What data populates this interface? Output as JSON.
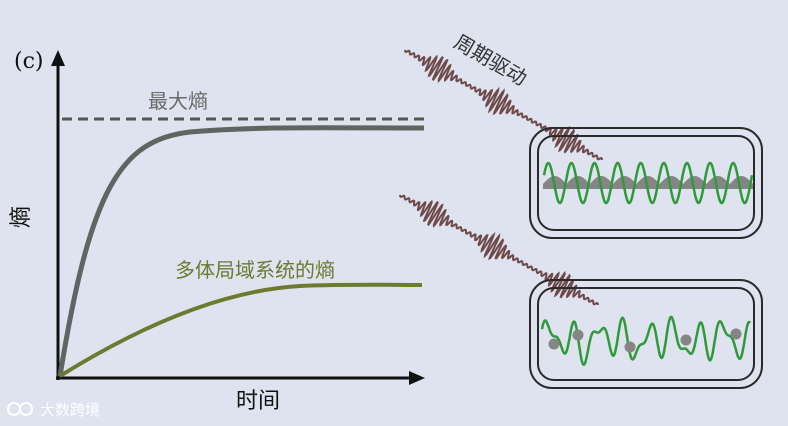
{
  "panel": {
    "label": "(c)"
  },
  "axes": {
    "ylabel": "熵",
    "xlabel": "时间"
  },
  "labels": {
    "max_entropy": "最大熵",
    "mbl_entropy": "多体局域系统的熵",
    "periodic_drive": "周期驱动"
  },
  "watermark": {
    "text": "大数跨境"
  },
  "colors": {
    "background": "#dfe2ef",
    "axis": "#111111",
    "max_entropy_line": "#555555",
    "thermal_curve": "#5d6660",
    "mbl_curve": "#6d7a2f",
    "drive_wave": "#6e4a4a",
    "potential_wave": "#2f9a3a",
    "particles": "#858585",
    "containers": "#2a2a2a"
  }
}
